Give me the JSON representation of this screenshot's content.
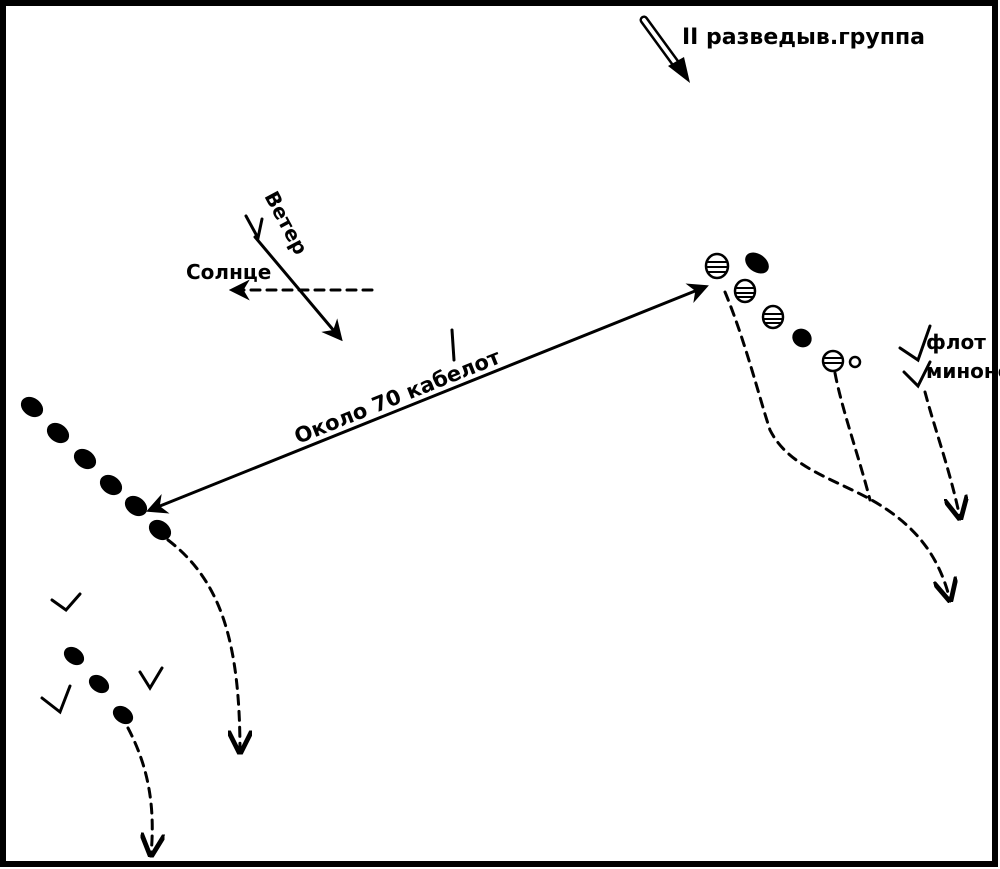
{
  "labels": {
    "recon_group": "II разведыв.группа",
    "wind": "Ветер",
    "sun": "Солнце",
    "distance": "Около 70 кабелот",
    "fleet_top": "флот",
    "fleet_bottom": "миноносцев"
  },
  "colors": {
    "ink": "#000000",
    "paper": "#ffffff"
  }
}
